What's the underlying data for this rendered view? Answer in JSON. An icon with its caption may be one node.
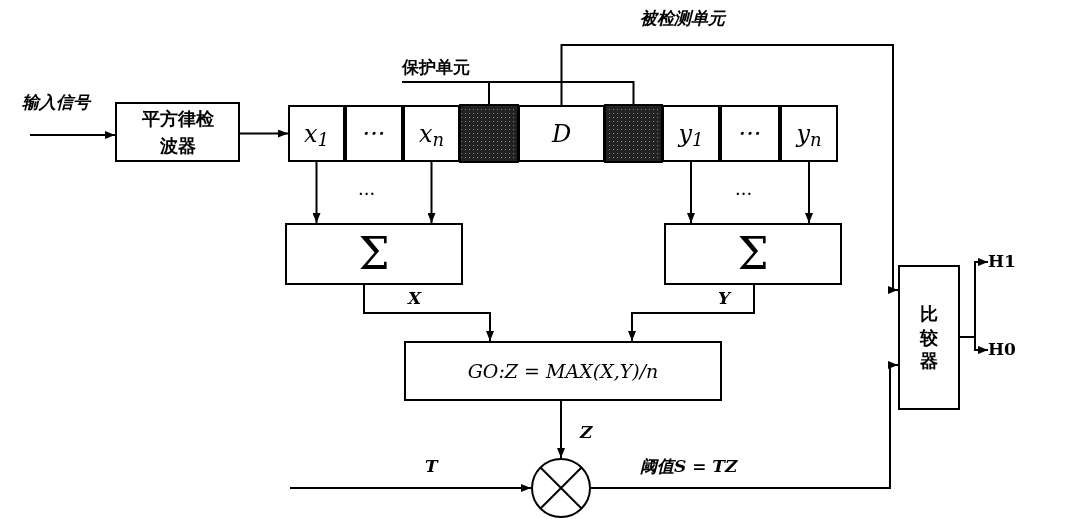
{
  "diagram": {
    "nodes": [
      {
        "text": [
          "平方律检波器"
        ]
      },
      {
        "text": [
          "x$_{1}$"
        ]
      },
      {
        "text": [
          "···"
        ]
      },
      {
        "text": [
          "x$_{n}$"
        ]
      },
      {
        "text": [],
        "shape": "box"
      },
      {
        "text": [
          "D"
        ]
      },
      {
        "text": [],
        "shape": "box"
      },
      {
        "text": [
          "y$_{1}$"
        ]
      },
      {
        "text": [
          "···"
        ]
      },
      {
        "text": [
          "y$_{n}$"
        ]
      },
      {
        "text": [
          "Σ"
        ]
      },
      {
        "text": [
          "Σ"
        ]
      },
      {
        "text": [
          "GO:Z = MAX(X,Y)/n"
        ]
      },
      {
        "text": [],
        "shape": "circle"
      },
      {
        "text": [
          "比较器"
        ]
      },
      {
        "text": [
          "H1"
        ]
      },
      {
        "text": [
          "H0"
        ]
      },
      {
        "text": [
          "保护单元"
        ]
      }
    ],
    "edges": [
      {
        "from": null,
        "to": 0,
        "arrow": "to",
        "label": "输入信号"
      },
      {
        "from": 0,
        "to": 1,
        "arrow": "to"
      },
      {
        "from": 1,
        "to": 10,
        "arrow": "to"
      },
      {
        "from": 3,
        "to": 10,
        "arrow": "to"
      },
      {
        "from": 7,
        "to": 11,
        "arrow": "to"
      },
      {
        "from": 9,
        "to": 11,
        "arrow": "to"
      },
      {
        "from": 10,
        "to": 12,
        "arrow": "to",
        "label": "X"
      },
      {
        "from": 11,
        "to": 12,
        "arrow": "to",
        "label": "Y"
      },
      {
        "from": 12,
        "to": 13,
        "arrow": "to",
        "label": "Z"
      },
      {
        "from": null,
        "to": 13,
        "arrow": "to",
        "label": "T"
      },
      {
        "from": 13,
        "to": 14,
        "arrow": "to",
        "label": "阈值S = TZ"
      },
      {
        "from": 5,
        "to": 14,
        "arrow": "to",
        "label": "被检测单元"
      },
      {
        "from": 14,
        "to": 15,
        "arrow": "to"
      },
      {
        "from": 14,
        "to": 16,
        "arrow": "to"
      },
      {
        "from": 17,
        "to": 4,
        "arrow": "none"
      },
      {
        "from": 17,
        "to": 6,
        "arrow": "none"
      }
    ],
    "labels": [
      "···",
      "···"
    ]
  }
}
